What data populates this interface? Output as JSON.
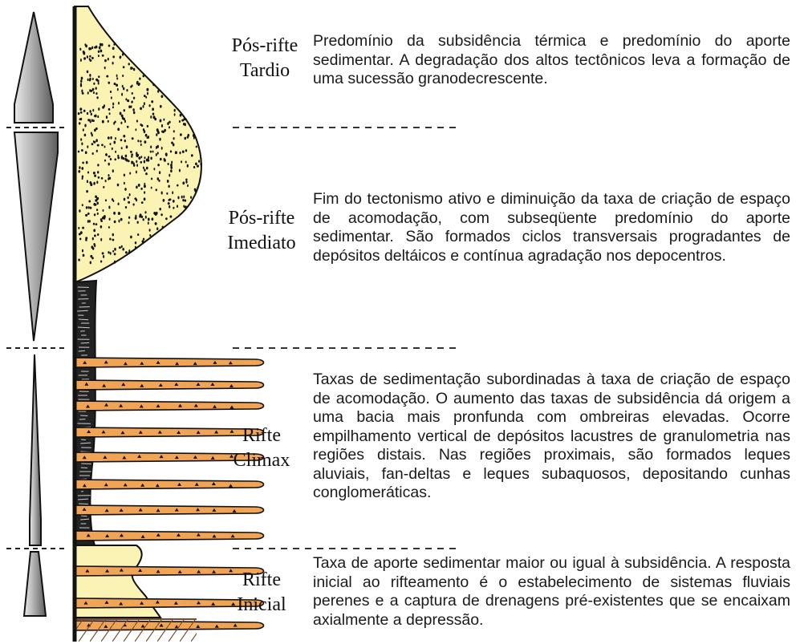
{
  "stages": [
    {
      "name_line1": "Pós-rifte",
      "name_line2": "Tardio",
      "description": "Predomínio da subsidência térmica e predomínio do aporte sedimentar. A degradação dos altos tectônicos leva a formação de uma sucessão granodecrescente."
    },
    {
      "name_line1": "Pós-rifte",
      "name_line2": "Imediato",
      "description": "Fim do tectonismo ativo e diminuição da taxa de criação de espaço de acomodação, com subseqüente predomínio do aporte sedimentar. São formados ciclos transversais progradantes de depósitos deltáicos e contínua agradação nos depocentros."
    },
    {
      "name_line1": "Rifte",
      "name_line2": "Climax",
      "description": "Taxas de sedimentação subordinadas à taxa de criação de espaço de acomodação. O aumento das taxas de subsidência dá origem a uma bacia mais pronfunda com ombreiras elevadas. Ocorre empilhamento vertical de depósitos lacustres de granulometria nas regiões distais. Nas regiões proximais, são formados leques aluviais, fan-deltas e leques subaquosos, depositando cunhas conglomeráticas."
    },
    {
      "name_line1": "Rifte",
      "name_line2": "Inicial",
      "description": "Taxa de aporte sedimentar maior ou igual à subsidência. A resposta inicial ao rifteamento é o estabelecimento de sistemas fluviais perenes e a captura de drenagens pré-existentes que se encaixam axialmente a depressão."
    }
  ],
  "colors": {
    "sand_fill": "#fbf3b3",
    "conglomerate_fill": "#f0a454",
    "shale_fill": "#222222",
    "spindle_gray": "#8e8e8e",
    "outline": "#111111"
  }
}
